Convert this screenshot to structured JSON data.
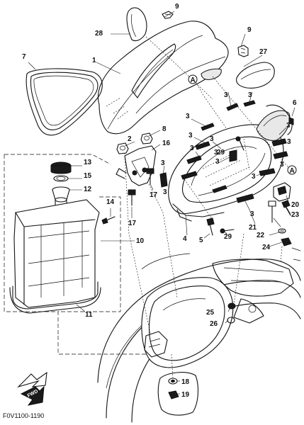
{
  "callouts": {
    "c1": "1",
    "c2": "2",
    "c3a": "3",
    "c3b": "3",
    "c3c": "3",
    "c3d": "3",
    "c3e": "3",
    "c3f": "3",
    "c3g": "3",
    "c3h": "3",
    "c3i": "3",
    "c3j": "3",
    "c3k": "3",
    "c3l": "3",
    "c3m": "3",
    "c3n": "3",
    "c3o": "3",
    "c4": "4",
    "c5": "5",
    "c6": "6",
    "c7": "7",
    "c8": "8",
    "c9a": "9",
    "c9b": "9",
    "c10": "10",
    "c11": "11",
    "c12": "12",
    "c13": "13",
    "c14": "14",
    "c15": "15",
    "c16": "16",
    "c17a": "17",
    "c17b": "17",
    "c18": "18",
    "c19": "19",
    "c20": "20",
    "c21": "21",
    "c22": "22",
    "c23": "23",
    "c24": "24",
    "c25": "25",
    "c26": "26",
    "c27": "27",
    "c28": "28",
    "c29a": "29",
    "c29b": "29"
  },
  "reference_marks": {
    "a1": "A",
    "a2": "A"
  },
  "fwd_label": "FWD",
  "diagram_code": "F0V1100-1190"
}
